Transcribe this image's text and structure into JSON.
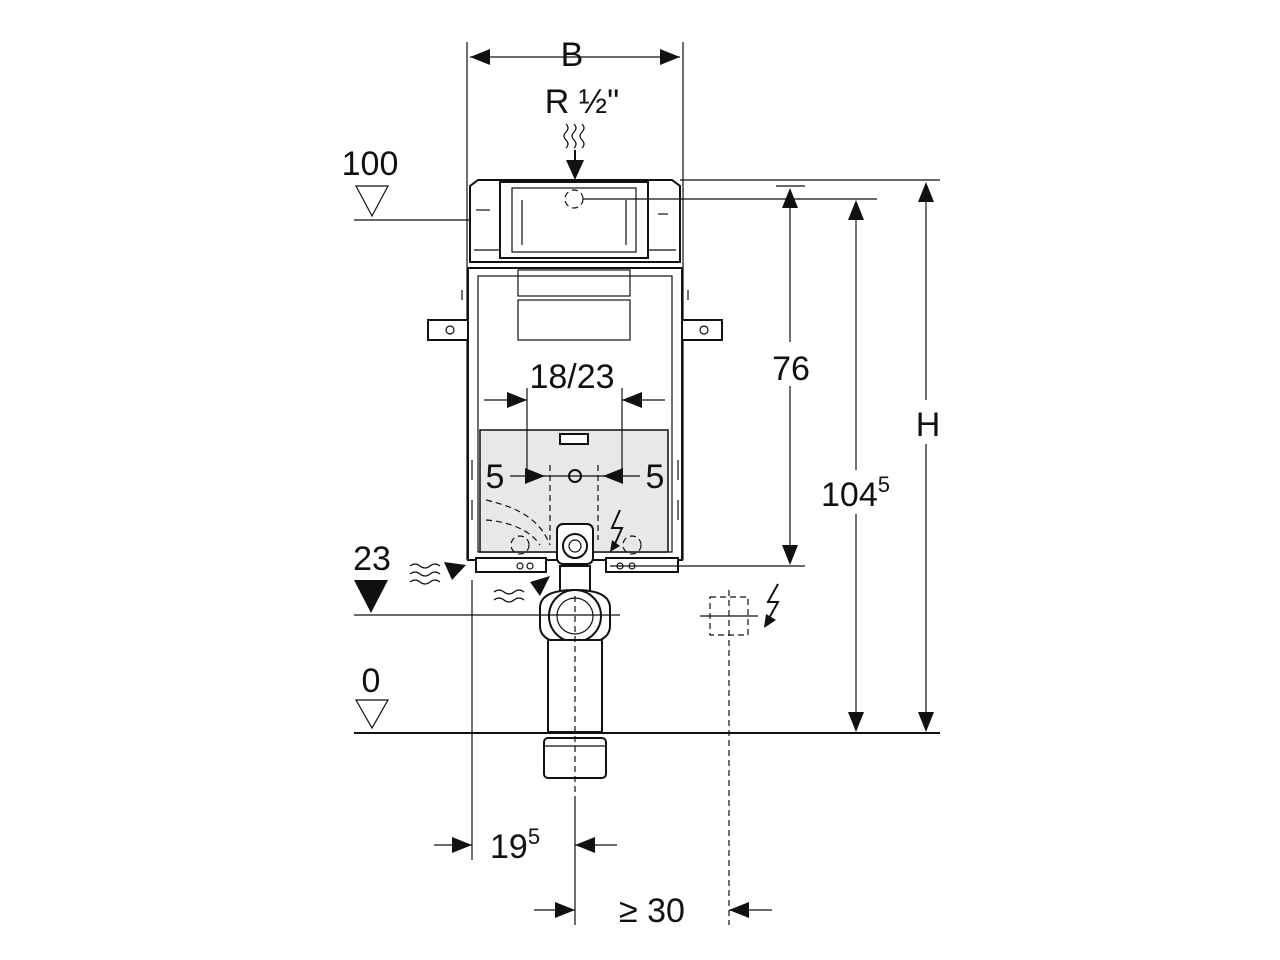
{
  "labels": {
    "width": "B",
    "connection": "R ½\"",
    "height": "H",
    "level_100": "100",
    "level_23": "23",
    "level_0": "0",
    "dim_76": "76",
    "dim_104_base": "104",
    "dim_104_sup": "5",
    "dim_18_23": "18/23",
    "dim_5_left": "5",
    "dim_5_right": "5",
    "dim_19_base": "19",
    "dim_19_sup": "5",
    "dim_30": "≥ 30"
  },
  "icons": {
    "water": "water-supply-icon",
    "electric": "electrical-icon",
    "level_marker": "level-triangle-icon"
  }
}
